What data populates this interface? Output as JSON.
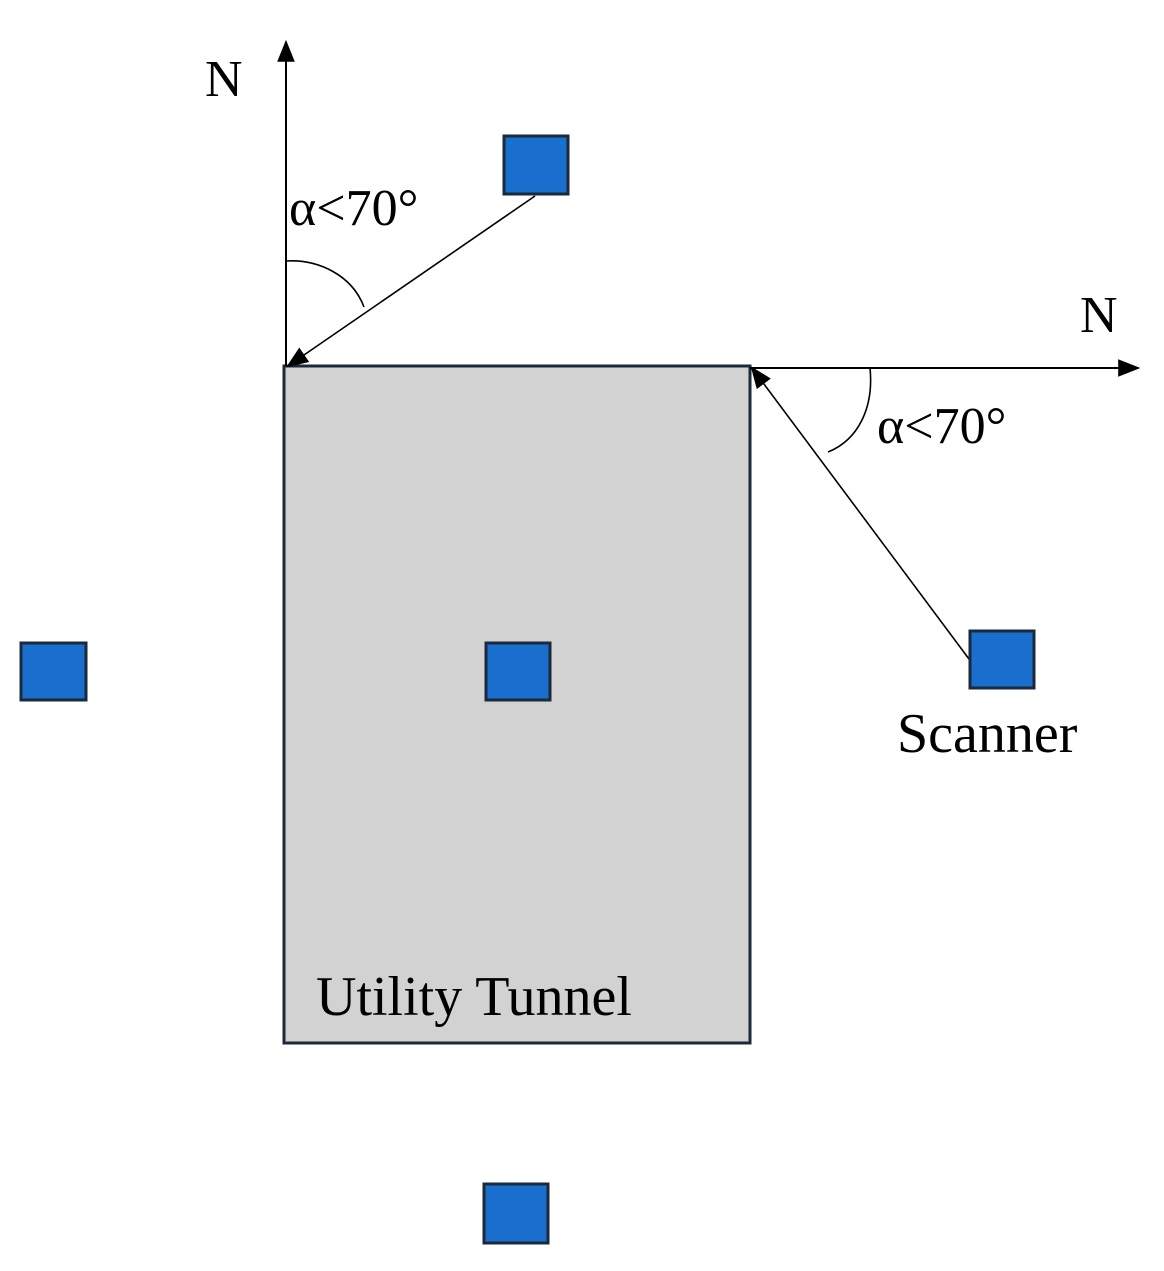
{
  "labels": {
    "north_top": "N",
    "north_right": "N",
    "angle_top": "α<70°",
    "angle_right": "α<70°",
    "scanner": "Scanner",
    "tunnel": "Utility Tunnel"
  },
  "colors": {
    "scanner_fill": "#1a6fce",
    "scanner_stroke": "#1b2a3a",
    "tunnel_fill": "#d3d2d2",
    "tunnel_stroke": "#1b2a3a",
    "line": "#000000",
    "text": "#000000"
  }
}
